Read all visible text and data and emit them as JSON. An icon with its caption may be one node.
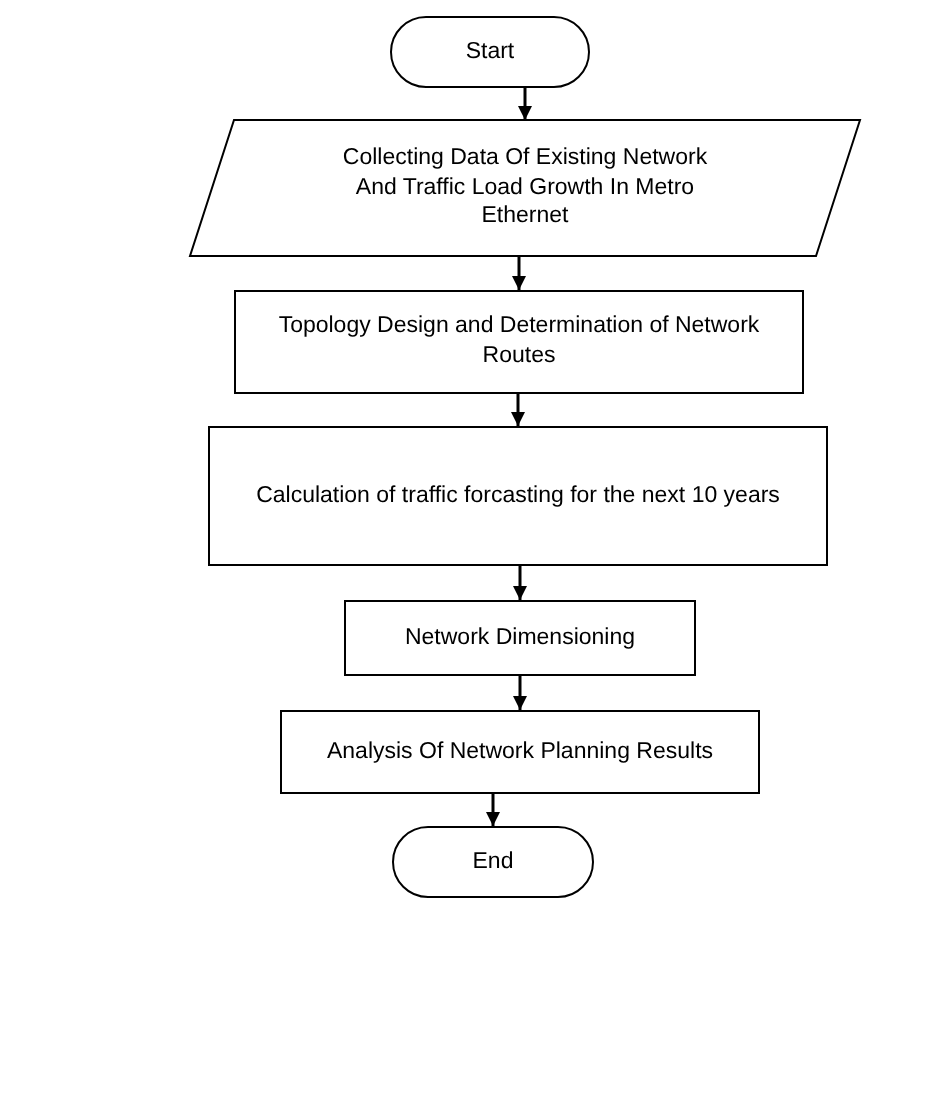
{
  "diagram": {
    "nodes": [
      {
        "text": [
          "Start"
        ]
      },
      {
        "text": [
          "Collecting Data Of Existing Network And Traffic Load Growth In Metro Ethernet"
        ]
      },
      {
        "text": [
          "Topology Design and Determination of Network Routes"
        ]
      },
      {
        "text": [
          "Calculation of traffic forcasting for the next 10 years"
        ]
      },
      {
        "text": [
          "Network Dimensioning"
        ]
      },
      {
        "text": [
          "Analysis Of Network Planning Results"
        ]
      },
      {
        "text": [
          "End"
        ]
      }
    ],
    "edges": [
      {
        "from": 0,
        "to": 1,
        "arrow": "to"
      },
      {
        "from": 1,
        "to": 2,
        "arrow": "to"
      },
      {
        "from": 2,
        "to": 3,
        "arrow": "to"
      },
      {
        "from": 3,
        "to": 4,
        "arrow": "to"
      },
      {
        "from": 4,
        "to": 5,
        "arrow": "to"
      },
      {
        "from": 5,
        "to": 6,
        "arrow": "to"
      }
    ]
  }
}
